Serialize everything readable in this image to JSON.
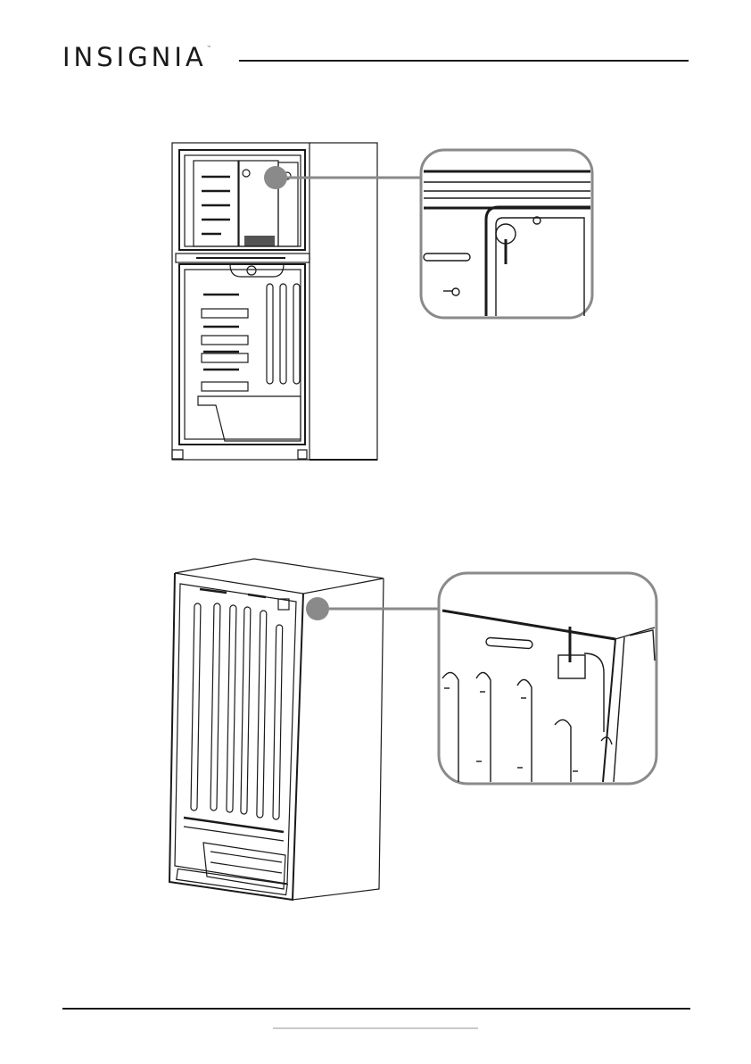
{
  "header": {
    "brand": "INSIGNIA",
    "trademark": "™"
  },
  "figures": [
    {
      "id": "front-view",
      "callout": "interior-top-right-detail"
    },
    {
      "id": "back-view",
      "callout": "rear-top-right-detail"
    }
  ],
  "colors": {
    "ink": "#1a1a1a",
    "callout": "#888888",
    "rule": "#1a1a1a",
    "link_rule": "#c9c9c9"
  }
}
